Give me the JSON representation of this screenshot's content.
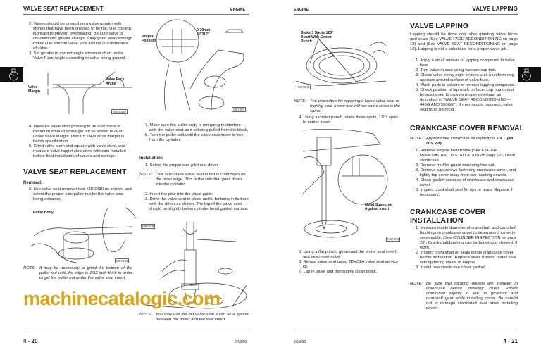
{
  "left_page": {
    "header_title": "VALVE SEAT REPLACEMENT",
    "header_section": "ENGINE",
    "steps_a": [
      "2. Valves should be ground on a valve grinder with stones that have been dressed to be flat. Use cooling lubricant to prevent overheating. Be sure valve is chucked into grinder straight. Only grind away enough material to smooth valve face around circumference of valve.",
      "3. Set grinder to correct angle shown in chart under Valve Face Angle according to valve being ground."
    ],
    "fig_valve": {
      "label_margin": "Valve Margin",
      "label_angle": "Valve Face Angle",
      "id": "M82030A"
    },
    "fig_proper": {
      "label_position": "Proper Position",
      "label_dim": "0.79mm 0.0312\"",
      "id": "M87597"
    },
    "steps_b": [
      "4. Measure valve after grinding to be sure there is minimum amount of margin left as shown in chart under Valve Margin. Discard valve once margin is below specification.",
      "5. Grind valve stem end square with valve stem, and measure valve tappet clearance with cam installed before final installation of valves and springs."
    ],
    "section_title": "VALVE SEAT REPLACEMENT",
    "removal_label": "Removal:",
    "step_6": "6. Use valve seat remover tool #JDG430 as shown, and select the proper size puller nut for the valve seat being extracted.",
    "fig_puller": {
      "label": "Puller Body",
      "id": "M87596"
    },
    "note_puller": {
      "label": "NOTE:",
      "text": "It may be necessary to grind the bottom of the puller nut until the edge is 1/32 inch thick in order to get the puller nut under the valve seat insert."
    },
    "steps_c": [
      "7. Make sure the puller body is not going to interfere with the valve seat as it is being pulled from the block.",
      "8. Turn the puller bolt until the valve seat insert is free from the cylinder."
    ],
    "installation_label": "Installation:",
    "install_1": "1. Select the proper size pilot and driver",
    "note_side": {
      "label": "NOTE:",
      "text": "One side of the valve seat insert is chamfered on the outer edge. This is the side that goes down into the cylinder."
    },
    "install_steps": [
      "2. Insert the pilot into the valve guide",
      "3. Drive the valve seat in place until it bottoms in its bore with the driver as shown. The top of the valve seat should be slightly below cylinder head gasket surface."
    ],
    "fig_driver": {
      "id": "M87598"
    },
    "note_spacer": {
      "label": "NOTE:",
      "text": "You may use the old valve seat insert as a spacer between the driver and the new insert."
    },
    "page_number": "4 - 20",
    "date": "2/18/00"
  },
  "right_page": {
    "header_section": "ENGINE",
    "header_title": "VALVE LAPPING",
    "fig_stake": {
      "label": "Stake 3 Spots 120° Apart With Center Punch",
      "id": "M87600"
    },
    "note_loose": {
      "label": "NOTE:",
      "text": "The procedure for repairing a loose valve seat or making sure a new one will not come loose is the same."
    },
    "step_4": "4. Using a center punch, stake three spots, 120° apart to center insert.",
    "fig_squeeze": {
      "label": "Metal Squeezed Against Insert",
      "id": "M87601"
    },
    "steps_d": [
      "5. Using a flat punch, go around the entire seat insert and peen over edge.",
      "6. Reface valve seat using JDM52A valve seat service kit.",
      "7. Lap in valve and thoroughly clean block."
    ],
    "lapping_title": "VALVE LAPPING",
    "lapping_intro": "Lapping should be done only after grinding valve faces and seats (See VALVE FACE RECONDITIONING on page 19) and (See VALVE SEAT RECONDITIONING on page 19). Lapping is not a substitute for a proper valve job.",
    "lapping_steps": [
      "1. Apply a small amount of lapping compound to valve face.",
      "2. Turn valve in seat using vacuum cup tool.",
      "3. Check valve every eight strokes until a uniform ring appears around surface of valve face.",
      "4. Wash parts in solvent to remove lapping compound.",
      "5. Check position of lap mark on face. Lap mark must be positioned to provide proper overhang as described in \"VALVE SEAT RECONDITIONING—440G AND 550GE\" . If overhang is incorrect, valve seat must be recut."
    ],
    "removal_title": "CRANKCASE COVER REMOVAL",
    "note_oil": {
      "label": "NOTE:",
      "text": "Approximate crankcase oil capacity is ",
      "bold": "1.4 L (48 U.S. oz)."
    },
    "removal_steps": [
      "1. Remove engine from frame (See ENGINE REMOVAL AND INSTALLATION on page 12). Drain crankcase.",
      "2. Remove muffler guard mounting hex nut.",
      "3. Remove cap screws fastening crankcase cover, and lightly tap cover away from two locating dowels.",
      "4. Clean gasket surfaces of crankcase and crankcase cover.",
      "5. Inspect crankshaft seal for rips or tears. Replace if necessary."
    ],
    "install_title": "CRANKCASE COVER INSTALLATION",
    "install_steps": [
      "1. Measure inside diameter of crankshaft and camshaft bushings in crankcase cover to determine if cover is serviceable. (See CYLINDER INSPECTION on page 28). Crankshaft bushing can be bored and sleeved, if worn.",
      "2. Inspect crankshaft oil seals inside crankcase cover before installation. Replace seals if worn. Install seal with lip facing inside of engine.",
      "3. Install new crankcase cover gasket."
    ],
    "note_dowels": {
      "label": "NOTE:",
      "text": "Be sure two locating dowels are installed in crankcase before installing cover. Rotate crankshaft slightly to line up governor and camshaft gear while installing cover. Be careful not to damage crankshaft seal when installing cover."
    },
    "date": "2/18/00",
    "page_number": "4 - 21"
  },
  "watermark": "machinecatalogic.com",
  "tab_icon": "engine-stopwatch-icon"
}
